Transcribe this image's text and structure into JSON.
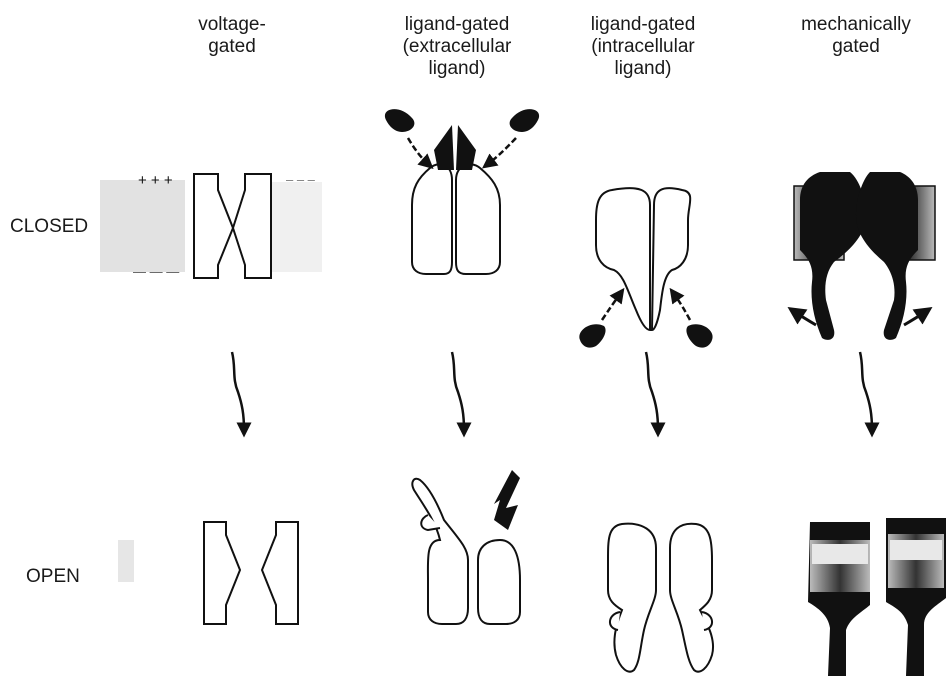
{
  "columns": [
    {
      "id": "voltage",
      "label": "voltage-\ngated"
    },
    {
      "id": "extracellular",
      "label": "ligand-gated\n(extracellular\nligand)"
    },
    {
      "id": "intracellular",
      "label": "ligand-gated\n(intracellular\nligand)"
    },
    {
      "id": "mechanical",
      "label": "mechanically\ngated"
    }
  ],
  "rows": {
    "closed": "CLOSED",
    "open": "OPEN"
  },
  "charges": {
    "positive": "+ + +",
    "negative_left": "— — —",
    "negative_right": "– – –"
  },
  "colors": {
    "ink": "#111111",
    "membrane_shade": "#d9d9d9",
    "background": "#ffffff"
  }
}
